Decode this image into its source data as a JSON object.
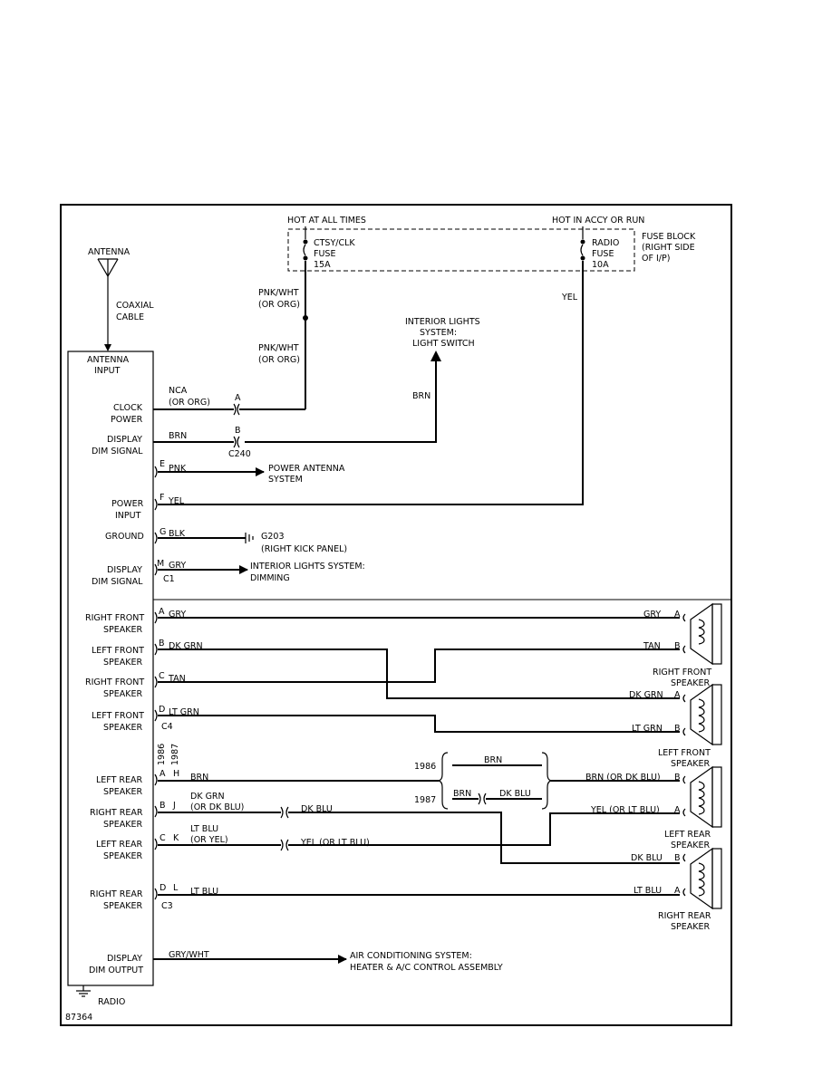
{
  "top_labels": {
    "hot_at_all_times": "HOT AT ALL TIMES",
    "hot_in_accy": "HOT IN ACCY OR RUN",
    "fuse_block": [
      "FUSE BLOCK",
      "(RIGHT SIDE",
      "OF I/P)"
    ],
    "ctsy_fuse": [
      "CTSY/CLK",
      "FUSE",
      "15A"
    ],
    "radio_fuse": [
      "RADIO",
      "FUSE",
      "10A"
    ]
  },
  "antenna": {
    "label": "ANTENNA",
    "cable": [
      "COAXIAL",
      "CABLE"
    ]
  },
  "radio": {
    "antenna_input": [
      "ANTENNA",
      "INPUT"
    ],
    "name": "RADIO",
    "figure_id": "87364"
  },
  "wires": {
    "pnk_wht_1": [
      "PNK/WHT",
      "(OR ORG)"
    ],
    "pnk_wht_2": [
      "PNK/WHT",
      "(OR ORG)"
    ],
    "yel_riser": "YEL",
    "brn_riser": "BRN",
    "interior_lights": [
      "INTERIOR LIGHTS",
      "SYSTEM:",
      "LIGHT SWITCH"
    ]
  },
  "pins_upper": [
    {
      "label": [
        "CLOCK",
        "POWER"
      ],
      "wire": [
        "NCA",
        "(OR ORG)"
      ],
      "pin": "A"
    },
    {
      "label": [
        "DISPLAY",
        "DIM SIGNAL"
      ],
      "wire": [
        "BRN"
      ],
      "pin": "B",
      "connector": "C240"
    },
    {
      "label": [],
      "wire": [
        "PNK"
      ],
      "pin": "E",
      "dest": [
        "POWER ANTENNA",
        "SYSTEM"
      ]
    },
    {
      "label": [
        "POWER",
        "INPUT"
      ],
      "wire": [
        "YEL"
      ],
      "pin": "F"
    },
    {
      "label": [
        "GROUND"
      ],
      "wire": [
        "BLK"
      ],
      "pin": "G",
      "dest": [
        "G203",
        "(RIGHT KICK PANEL)"
      ]
    },
    {
      "label": [
        "DISPLAY",
        "DIM SIGNAL"
      ],
      "wire": [
        "GRY"
      ],
      "pin": "M",
      "connector": "C1",
      "dest": [
        "INTERIOR LIGHTS SYSTEM:",
        "DIMMING"
      ]
    }
  ],
  "pins_front": [
    {
      "label": [
        "RIGHT FRONT",
        "SPEAKER"
      ],
      "pin": "A",
      "wire": "GRY"
    },
    {
      "label": [
        "LEFT FRONT",
        "SPEAKER"
      ],
      "pin": "B",
      "wire": "DK GRN"
    },
    {
      "label": [
        "RIGHT FRONT",
        "SPEAKER"
      ],
      "pin": "C",
      "wire": "TAN"
    },
    {
      "label": [
        "LEFT FRONT",
        "SPEAKER"
      ],
      "pin": "D",
      "wire": "LT GRN",
      "connector": "C4"
    }
  ],
  "front_right_ends": [
    {
      "wire": "GRY",
      "pin": "A"
    },
    {
      "wire": "TAN",
      "pin": "B"
    },
    {
      "wire": "DK GRN",
      "pin": "A"
    },
    {
      "wire": "LT GRN",
      "pin": "B"
    }
  ],
  "speakers": {
    "rf": [
      "RIGHT FRONT",
      "SPEAKER"
    ],
    "lf": [
      "LEFT FRONT",
      "SPEAKER"
    ],
    "lr": [
      "LEFT REAR",
      "SPEAKER"
    ],
    "rr": [
      "RIGHT REAR",
      "SPEAKER"
    ]
  },
  "years": {
    "y1986": "1986",
    "y1987": "1987"
  },
  "pins_rear": [
    {
      "label": [
        "LEFT REAR",
        "SPEAKER"
      ],
      "pin86": "A",
      "pin87": "H",
      "wire": [
        "BRN"
      ]
    },
    {
      "label": [
        "RIGHT REAR",
        "SPEAKER"
      ],
      "pin86": "B",
      "pin87": "J",
      "wire": [
        "DK GRN",
        "(OR DK BLU)"
      ],
      "mid": "DK BLU"
    },
    {
      "label": [
        "LEFT REAR",
        "SPEAKER"
      ],
      "pin86": "C",
      "pin87": "K",
      "wire": [
        "LT BLU",
        "(OR YEL)"
      ],
      "mid": "YEL (OR LT BLU)"
    },
    {
      "label": [
        "RIGHT REAR",
        "SPEAKER"
      ],
      "pin86": "D",
      "pin87": "L",
      "wire": [
        "LT BLU"
      ],
      "connector": "C3"
    }
  ],
  "year_box": {
    "brn_top": "BRN",
    "brn_left": "BRN",
    "dk_blu": "DK BLU"
  },
  "rear_right_ends": [
    {
      "wire": "BRN (OR DK BLU)",
      "pin": "B"
    },
    {
      "wire": "YEL (OR LT BLU)",
      "pin": "A"
    },
    {
      "wire": "DK BLU",
      "pin": "B"
    },
    {
      "wire": "LT BLU",
      "pin": "A"
    }
  ],
  "dim_output": {
    "label": [
      "DISPLAY",
      "DIM OUTPUT"
    ],
    "wire": "GRY/WHT",
    "dest": [
      "AIR CONDITIONING SYSTEM:",
      "HEATER & A/C CONTROL ASSEMBLY"
    ]
  }
}
